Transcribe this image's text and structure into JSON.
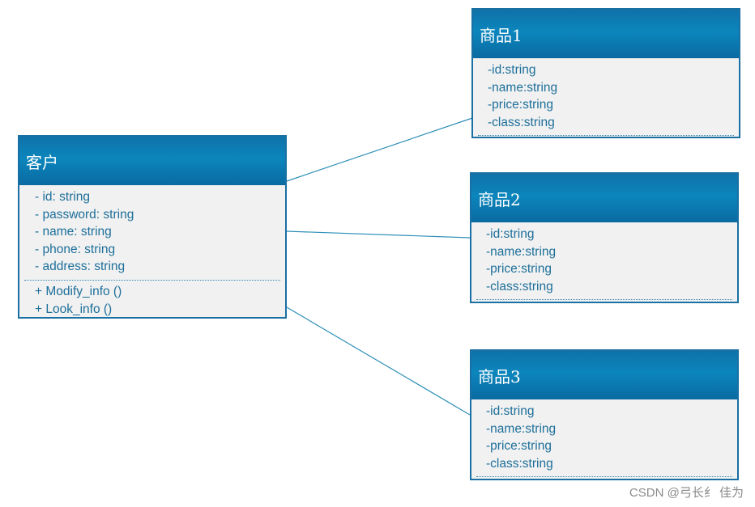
{
  "customer": {
    "title": "客户",
    "attributes": [
      "- id: string",
      "- password: string",
      "- name: string",
      "- phone: string",
      "- address: string"
    ],
    "methods": [
      "+ Modify_info ()",
      "+ Look_info ()"
    ]
  },
  "products": [
    {
      "title": "商品1",
      "attributes": [
        "-id:string",
        "-name:string",
        "-price:string",
        "-class:string"
      ]
    },
    {
      "title": "商品2",
      "attributes": [
        "-id:string",
        "-name:string",
        "-price:string",
        "-class:string"
      ]
    },
    {
      "title": "商品3",
      "attributes": [
        "-id:string",
        "-name:string",
        "-price:string",
        "-class:string"
      ]
    }
  ],
  "watermark": "CSDN @弓长纟 佳为",
  "colors": {
    "header_blue": "#0b86bd",
    "border_blue": "#1a6fa3",
    "text_blue": "#1d6f9a",
    "connector": "#2e8fb8",
    "body_bg": "#f1f1f1"
  }
}
